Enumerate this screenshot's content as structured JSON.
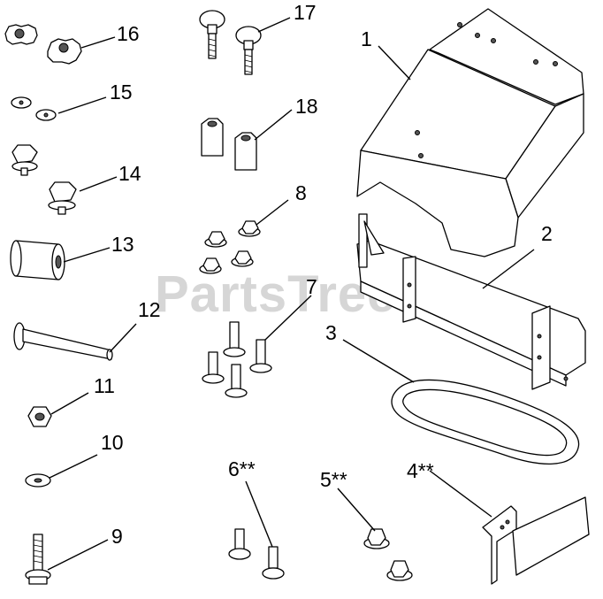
{
  "watermark": {
    "text": "PartsTree",
    "trademark": "TM"
  },
  "callouts": {
    "c1": "1",
    "c2": "2",
    "c3": "3",
    "c4": "4**",
    "c5": "5**",
    "c6": "6**",
    "c7": "7",
    "c8": "8",
    "c9": "9",
    "c10": "10",
    "c11": "11",
    "c12": "12",
    "c13": "13",
    "c14": "14",
    "c15": "15",
    "c16": "16",
    "c17": "17",
    "c18": "18"
  }
}
